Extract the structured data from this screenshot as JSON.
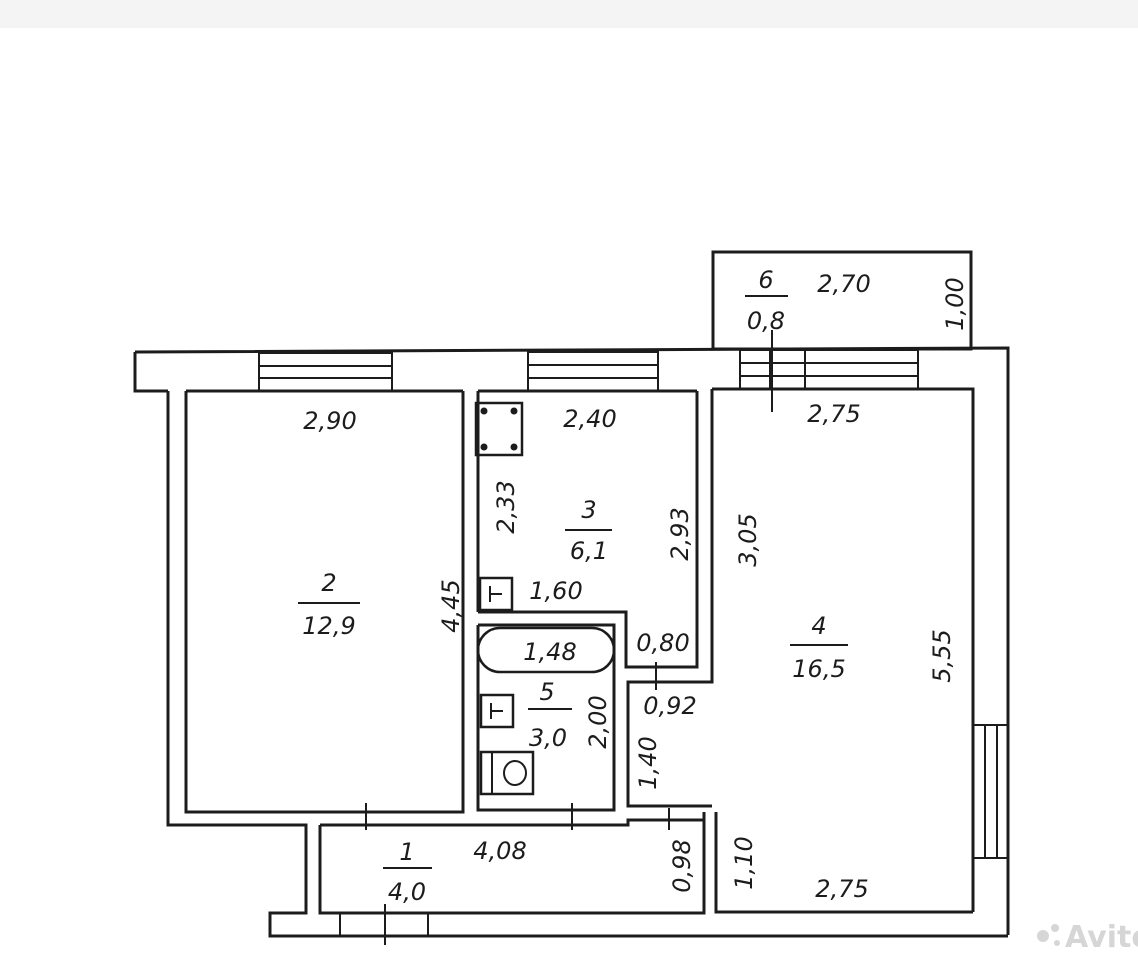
{
  "rooms": [
    {
      "number": "1",
      "area": "4,0"
    },
    {
      "number": "2",
      "area": "12,9"
    },
    {
      "number": "3",
      "area": "6,1"
    },
    {
      "number": "4",
      "area": "16,5"
    },
    {
      "number": "5",
      "area": "3,0"
    },
    {
      "number": "6",
      "area": "0,8"
    }
  ],
  "dimensions": {
    "balcony_width": "2,70",
    "balcony_depth": "1,00",
    "room2_width": "2,90",
    "room2_length": "4,45",
    "kitchen_width": "2,40",
    "kitchen_left": "2,33",
    "kitchen_right": "2,93",
    "kitchen_bottom": "1,60",
    "room4_top": "2,75",
    "room4_left_upper": "3,05",
    "room4_right": "5,55",
    "room4_bottom": "2,75",
    "room4_left_lower": "1,10",
    "bath_tub": "1,48",
    "bath_height": "2,00",
    "niche_width": "0,80",
    "niche_step": "0,92",
    "corridor_side": "1,40",
    "hall_length": "4,08",
    "hall_depth": "0,98"
  },
  "watermark": "Avito",
  "colors": {
    "ink": "#1c1c1c",
    "paper": "#ffffff",
    "watermark": "#d6d6d6"
  }
}
